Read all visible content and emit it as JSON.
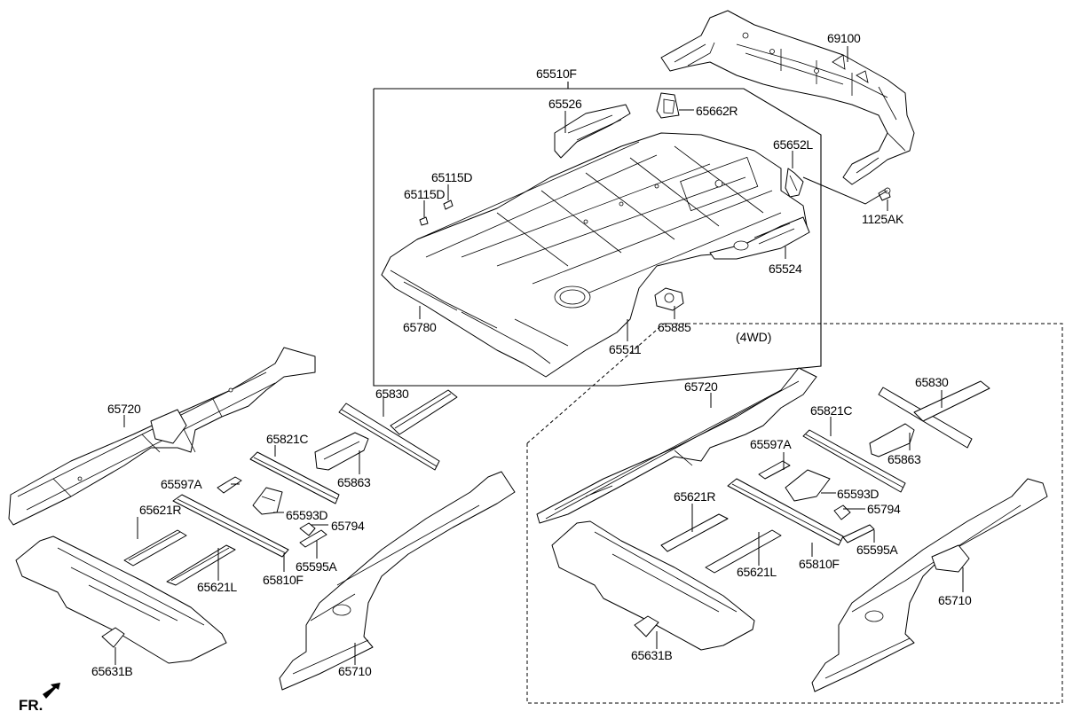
{
  "diagram": {
    "direction_indicator": {
      "label": "FR.",
      "icon": "front-direction-arrow-icon"
    },
    "variant_label": "(4WD)",
    "assembly_group": {
      "part_number": "65510F"
    },
    "top_parts": [
      {
        "id": "69100",
        "label": "69100"
      },
      {
        "id": "65526",
        "label": "65526"
      },
      {
        "id": "65662R",
        "label": "65662R"
      },
      {
        "id": "65652L",
        "label": "65652L"
      },
      {
        "id": "65115D-a",
        "label": "65115D"
      },
      {
        "id": "65115D-b",
        "label": "65115D"
      },
      {
        "id": "1125AK",
        "label": "1125AK"
      },
      {
        "id": "65524",
        "label": "65524"
      },
      {
        "id": "65780",
        "label": "65780"
      },
      {
        "id": "65885",
        "label": "65885"
      },
      {
        "id": "65511",
        "label": "65511"
      }
    ],
    "standard_parts": [
      {
        "id": "65720",
        "label": "65720"
      },
      {
        "id": "65830",
        "label": "65830"
      },
      {
        "id": "65821C",
        "label": "65821C"
      },
      {
        "id": "65863",
        "label": "65863"
      },
      {
        "id": "65597A",
        "label": "65597A"
      },
      {
        "id": "65593D",
        "label": "65593D"
      },
      {
        "id": "65621R",
        "label": "65621R"
      },
      {
        "id": "65794",
        "label": "65794"
      },
      {
        "id": "65595A",
        "label": "65595A"
      },
      {
        "id": "65621L",
        "label": "65621L"
      },
      {
        "id": "65810F",
        "label": "65810F"
      },
      {
        "id": "65631B",
        "label": "65631B"
      },
      {
        "id": "65710",
        "label": "65710"
      }
    ],
    "awd_parts": [
      {
        "id": "65720",
        "label": "65720"
      },
      {
        "id": "65830",
        "label": "65830"
      },
      {
        "id": "65821C",
        "label": "65821C"
      },
      {
        "id": "65597A",
        "label": "65597A"
      },
      {
        "id": "65863",
        "label": "65863"
      },
      {
        "id": "65621R",
        "label": "65621R"
      },
      {
        "id": "65593D",
        "label": "65593D"
      },
      {
        "id": "65794",
        "label": "65794"
      },
      {
        "id": "65595A",
        "label": "65595A"
      },
      {
        "id": "65810F",
        "label": "65810F"
      },
      {
        "id": "65621L",
        "label": "65621L"
      },
      {
        "id": "65710",
        "label": "65710"
      },
      {
        "id": "65631B",
        "label": "65631B"
      }
    ]
  }
}
